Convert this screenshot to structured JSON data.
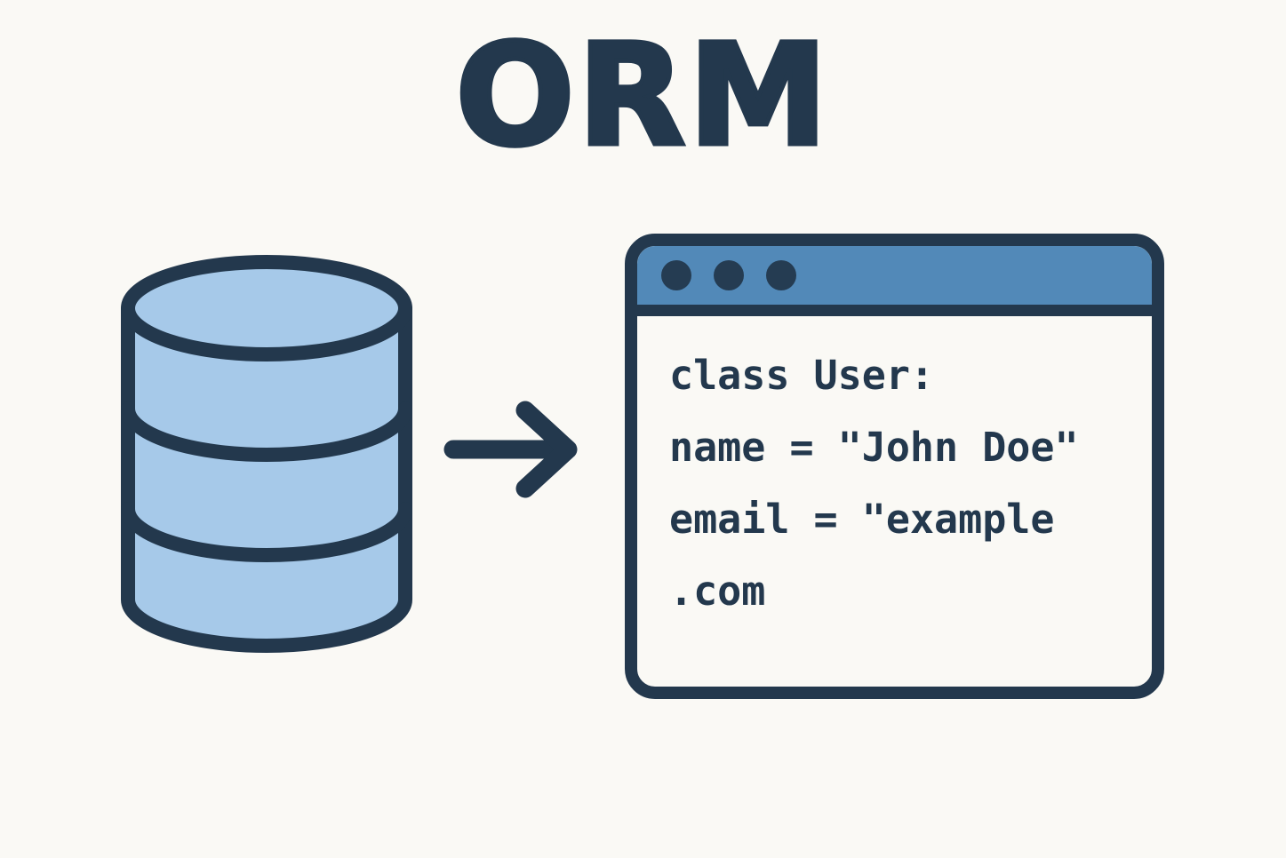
{
  "title": "ORM",
  "colors": {
    "background": "#faf9f5",
    "ink": "#23384d",
    "window_header_blue": "#5289b8",
    "database_fill": "#a6c9e9",
    "window_dot": "#253c52"
  },
  "diagram": {
    "database": {
      "icon": "database-cylinder-icon",
      "segments": 3
    },
    "arrow": {
      "icon": "arrow-right-icon",
      "direction": "right"
    },
    "window": {
      "icon": "code-window",
      "control_dot_count": 3,
      "code_lines": [
        "class User:",
        "name = \"John Doe\"",
        "email = \"example",
        ".com"
      ]
    }
  }
}
